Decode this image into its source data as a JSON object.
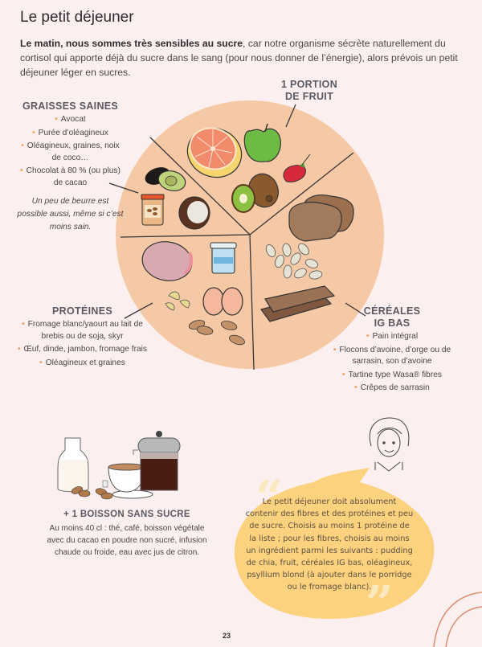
{
  "page": {
    "title": "Le petit déjeuner",
    "intro_bold": "Le matin, nous sommes très sensibles au sucre",
    "intro_rest": ", car notre organisme sécrète naturellement du cortisol qui apporte déjà du sucre dans le sang (pour nous donner de l’énergie), alors prévois un petit déjeuner léger en sucres.",
    "page_number": "23"
  },
  "colors": {
    "background": "#fcefef",
    "plate": "#f6c9a6",
    "bullet": "#f2a062",
    "bubble": "#fdd27f",
    "heading": "#5b5962"
  },
  "plate": {
    "fruit": {
      "title_line1": "1 PORTION",
      "title_line2": "DE FRUIT",
      "foods": [
        "pamplemousse",
        "pomme verte",
        "fraise",
        "kiwi"
      ]
    },
    "fats": {
      "title": "GRAISSES SAINES",
      "items": [
        "Avocat",
        "Purée d’oléagineux",
        "Oléagineux, graines, noix de coco…",
        "Chocolat à 80 % (ou plus) de cacao"
      ],
      "note": "Un peu de beurre est possible aussi, même si c’est moins sain.",
      "foods": [
        "avocat",
        "purée d'oléagineux",
        "noix de coco"
      ]
    },
    "proteins": {
      "title": "PROTÉINES",
      "items": [
        "Fromage blanc/yaourt au lait de brebis ou de soja, skyr",
        "Œuf, dinde, jambon, fromage frais",
        "Oléagineux et graines"
      ],
      "foods": [
        "jambon",
        "yaourt",
        "noix de cajou",
        "œufs",
        "amandes"
      ]
    },
    "cereals": {
      "title_line1": "CÉRÉALES",
      "title_line2": "IG BAS",
      "items": [
        "Pain intégral",
        "Flocons d’avoine, d’orge ou de sarrasin, son d’avoine",
        "Tartine type Wasa® fibres",
        "Crêpes de sarrasin"
      ],
      "foods": [
        "pain complet",
        "flocons d'avoine",
        "tartines craquantes"
      ]
    }
  },
  "drink": {
    "title": "+ 1 BOISSON SANS SUCRE",
    "text": "Au moins 40 cl : thé, café, boisson végétale avec du cacao en poudre non sucré, infusion chaude ou froide, eau avec jus de citron.",
    "illustrations": [
      "carafe de lait végétal",
      "tasse de thé",
      "cafetière à piston",
      "amandes"
    ]
  },
  "bubble": {
    "text": "Le petit déjeuner doit absolument contenir des fibres et des protéines et peu de sucre. Choisis au moins 1 protéine de la liste ; pour les fibres, choisis au moins un ingrédient parmi les suivants : pudding de chia, fruit, céréales IG bas, oléagineux, psyllium blond (à ajouter dans le porridge ou le fromage blanc).",
    "open_quote": "“",
    "close_quote": "”"
  }
}
